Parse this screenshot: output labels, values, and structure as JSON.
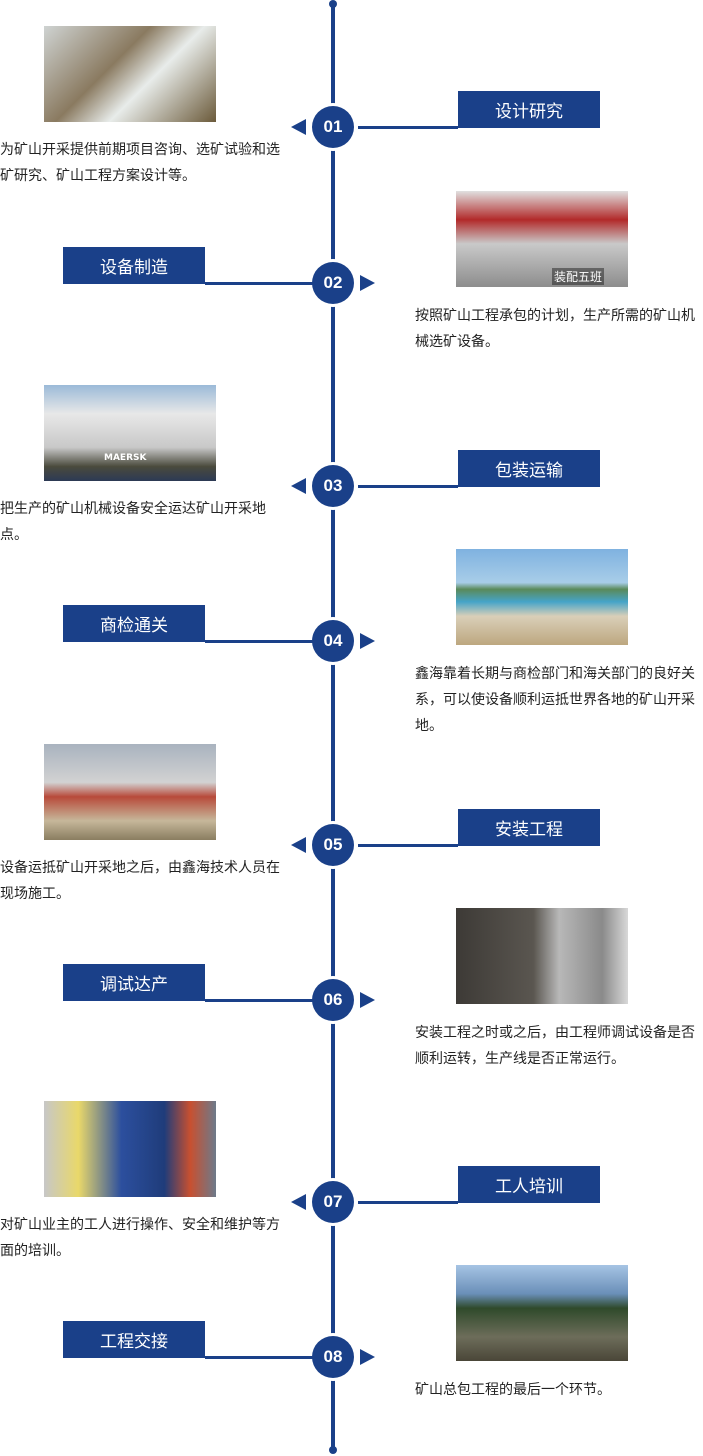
{
  "colors": {
    "primary": "#1a4089"
  },
  "steps": [
    {
      "num": "01",
      "title": "设计研究",
      "desc": "为矿山开采提供前期项目咨询、选矿试验和选矿研究、矿山工程方案设计等。"
    },
    {
      "num": "02",
      "title": "设备制造",
      "desc": "按照矿山工程承包的计划，生产所需的矿山机械选矿设备。",
      "image_caption": "装配五班"
    },
    {
      "num": "03",
      "title": "包装运输",
      "desc": "把生产的矿山机械设备安全运达矿山开采地点。",
      "image_caption": "MAERSK"
    },
    {
      "num": "04",
      "title": "商检通关",
      "desc": "鑫海靠着长期与商检部门和海关部门的良好关系，可以使设备顺利运抵世界各地的矿山开采地。"
    },
    {
      "num": "05",
      "title": "安装工程",
      "desc": "设备运抵矿山开采地之后，由鑫海技术人员在现场施工。"
    },
    {
      "num": "06",
      "title": "调试达产",
      "desc": "安装工程之时或之后，由工程师调试设备是否顺利运转，生产线是否正常运行。"
    },
    {
      "num": "07",
      "title": "工人培训",
      "desc": "对矿山业主的工人进行操作、安全和维护等方面的培训。"
    },
    {
      "num": "08",
      "title": "工程交接",
      "desc": "矿山总包工程的最后一个环节。"
    }
  ]
}
